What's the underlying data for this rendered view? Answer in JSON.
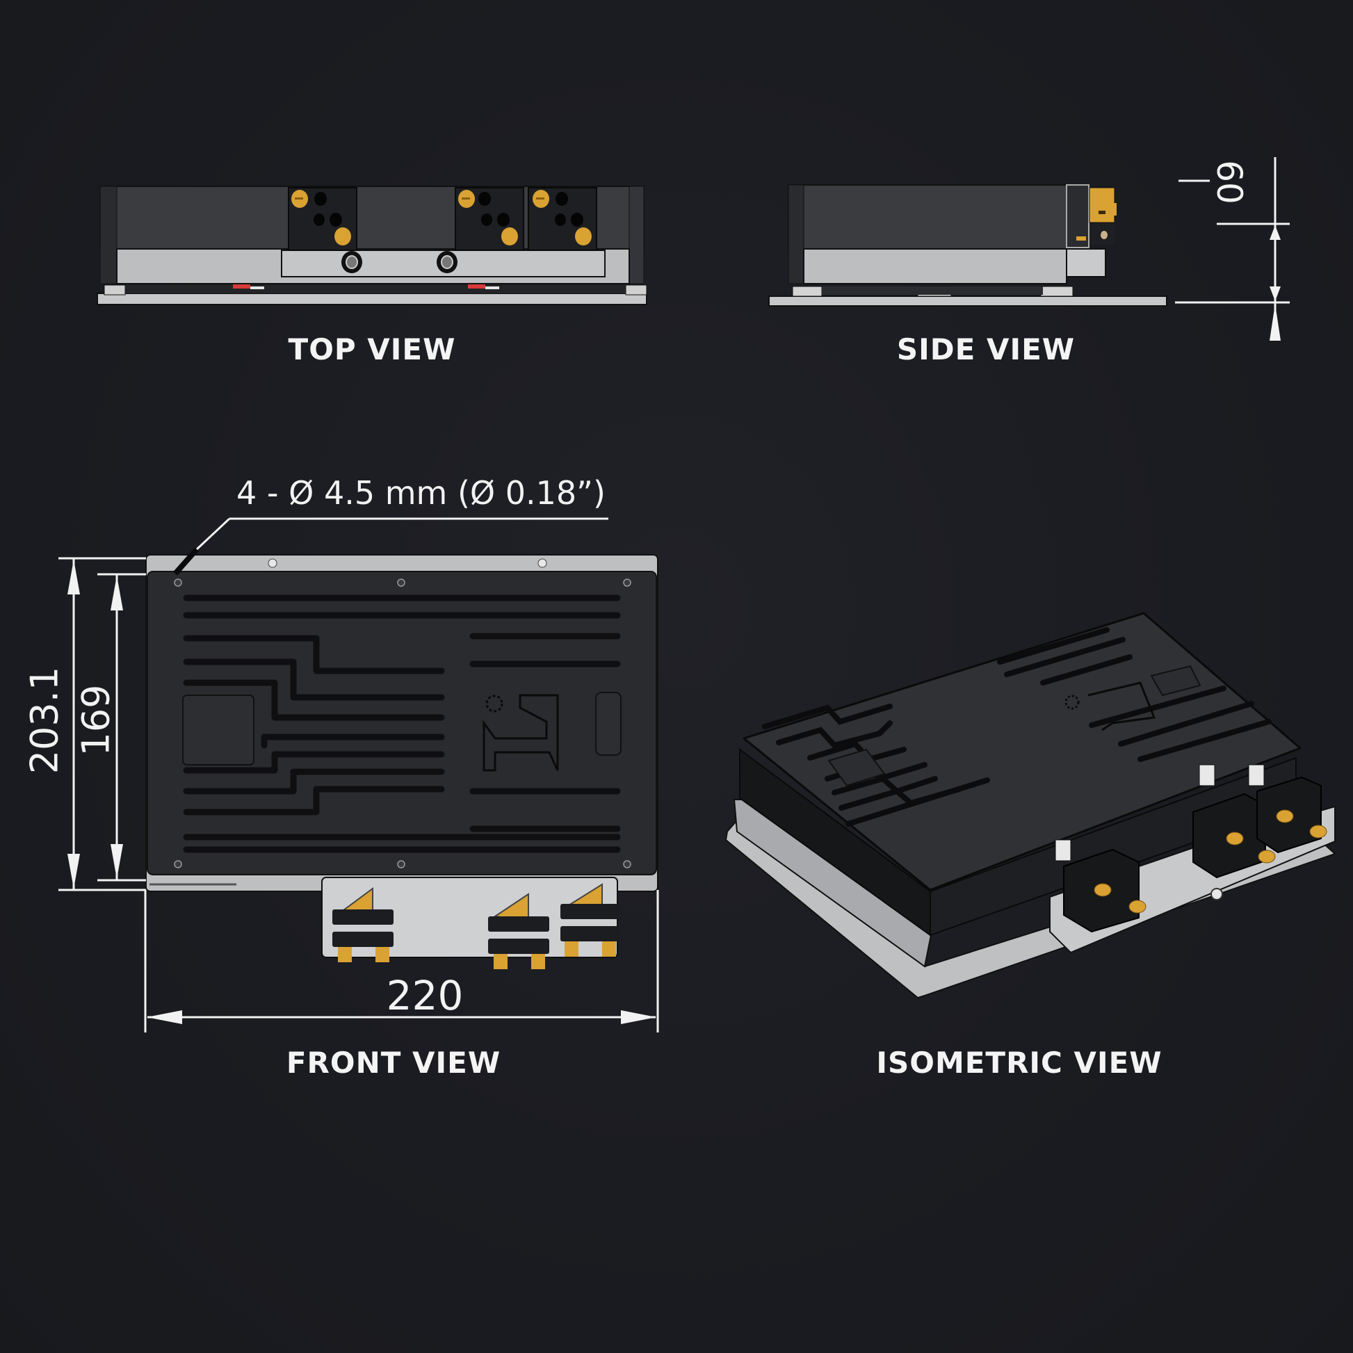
{
  "views": {
    "top": {
      "label": "TOP VIEW"
    },
    "side": {
      "label": "SIDE VIEW",
      "height_dimension": "60"
    },
    "front": {
      "label": "FRONT VIEW",
      "width_dimension": "220",
      "overall_height_dimension": "203.1",
      "body_height_dimension": "169",
      "hole_callout": "4 - Ø 4.5 mm (Ø 0.18”)"
    },
    "isometric": {
      "label": "ISOMETRIC VIEW"
    }
  },
  "colors": {
    "background": "#1b1c21",
    "housing_dark": "#2c2d30",
    "housing_black": "#1e1f22",
    "baseplate_silver": "#bfc0c2",
    "terminal_gold": "#d9a233",
    "annotation_white": "#f2f2f2",
    "accent_red": "#d83a3a"
  }
}
